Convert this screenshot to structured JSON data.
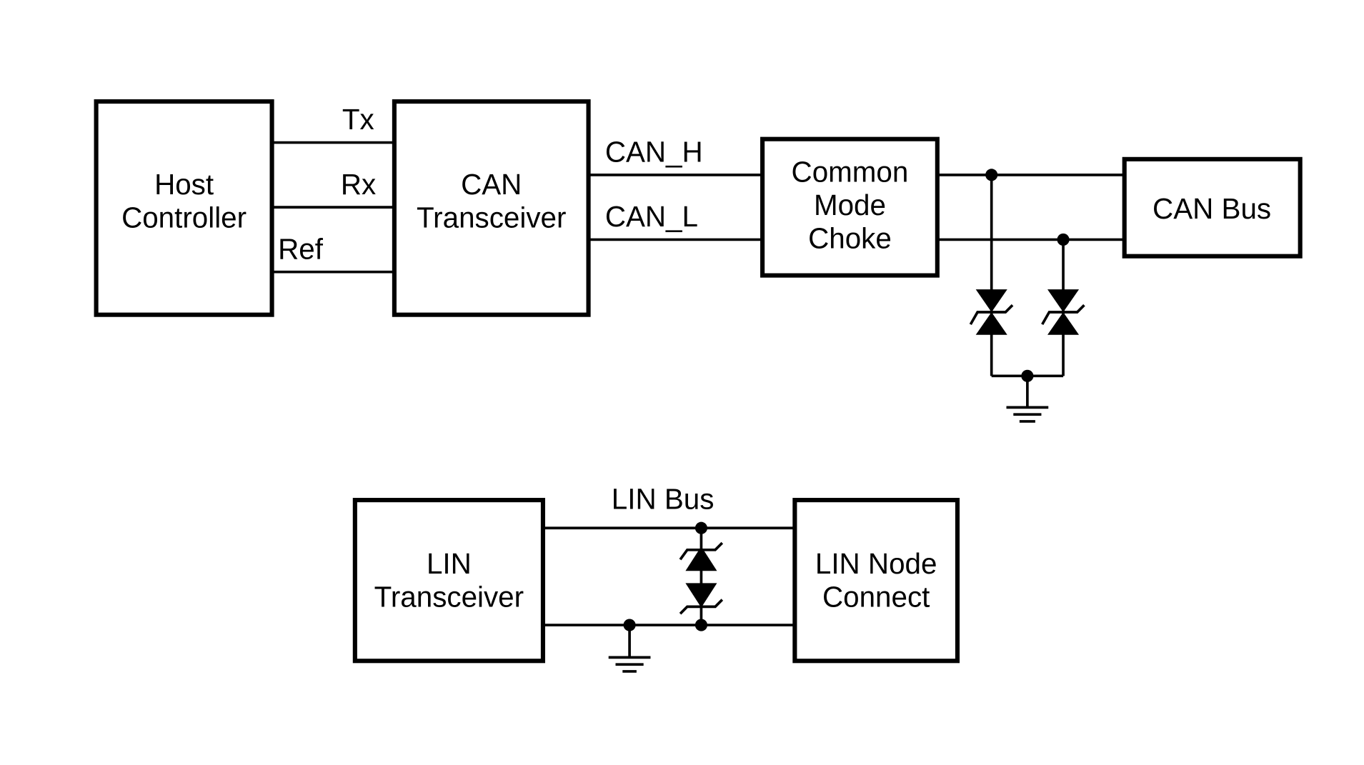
{
  "diagram": {
    "can_section": {
      "host_controller": [
        "Host",
        "Controller"
      ],
      "can_transceiver": [
        "CAN",
        "Transceiver"
      ],
      "signals": {
        "tx": "Tx",
        "rx": "Rx",
        "ref": "Ref"
      },
      "can_h": "CAN_H",
      "can_l": "CAN_L",
      "common_mode_choke": [
        "Common",
        "Mode",
        "Choke"
      ],
      "can_bus": "CAN Bus"
    },
    "lin_section": {
      "lin_transceiver": [
        "LIN",
        "Transceiver"
      ],
      "lin_bus": "LIN Bus",
      "lin_node_connect": [
        "LIN Node",
        "Connect"
      ]
    }
  }
}
